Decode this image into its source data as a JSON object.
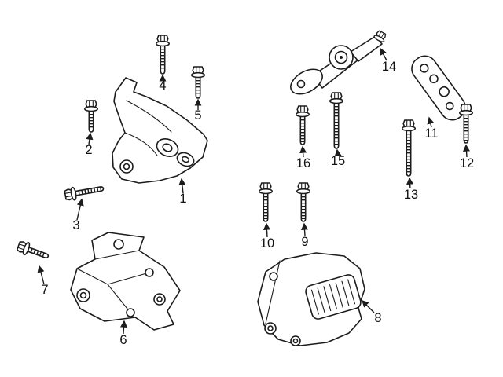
{
  "diagram": {
    "kind": "exploded-parts-diagram",
    "colors": {
      "background": "#ffffff",
      "line": "#1c1c1c",
      "text": "#111111"
    },
    "callouts": [
      {
        "label": "1",
        "part": "engine-torque-mount"
      },
      {
        "label": "2",
        "part": "flange-bolt"
      },
      {
        "label": "3",
        "part": "flange-bolt"
      },
      {
        "label": "4",
        "part": "flange-bolt"
      },
      {
        "label": "5",
        "part": "flange-bolt"
      },
      {
        "label": "6",
        "part": "engine-mount-bracket"
      },
      {
        "label": "7",
        "part": "flange-bolt"
      },
      {
        "label": "8",
        "part": "engine-mount"
      },
      {
        "label": "9",
        "part": "flange-bolt"
      },
      {
        "label": "10",
        "part": "flange-bolt"
      },
      {
        "label": "11",
        "part": "support-plate"
      },
      {
        "label": "12",
        "part": "flange-bolt"
      },
      {
        "label": "13",
        "part": "flange-bolt"
      },
      {
        "label": "14",
        "part": "torque-strut-arm"
      },
      {
        "label": "15",
        "part": "flange-bolt"
      },
      {
        "label": "16",
        "part": "flange-bolt"
      }
    ]
  }
}
